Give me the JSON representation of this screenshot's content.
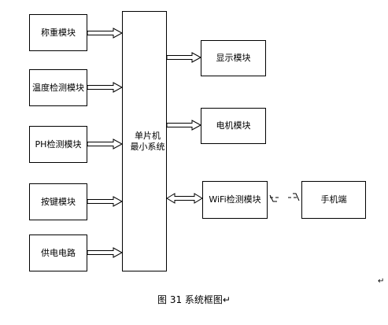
{
  "diagram": {
    "inputs": [
      {
        "id": "weighing",
        "label": "称重模块"
      },
      {
        "id": "temperature",
        "label": "温度检测模块"
      },
      {
        "id": "ph",
        "label": "PH检测模块"
      },
      {
        "id": "keys",
        "label": "按键模块"
      },
      {
        "id": "power",
        "label": "供电电路"
      }
    ],
    "mcu": {
      "line1": "单片机",
      "line2": "最小系统"
    },
    "outputs": [
      {
        "id": "display",
        "label": "显示模块"
      },
      {
        "id": "motor",
        "label": "电机模块"
      },
      {
        "id": "wifi",
        "label": "WiFi检测模块"
      }
    ],
    "phone": {
      "label": "手机端"
    },
    "caption": "图 31 系统框图",
    "paragraph_mark": "↵"
  }
}
